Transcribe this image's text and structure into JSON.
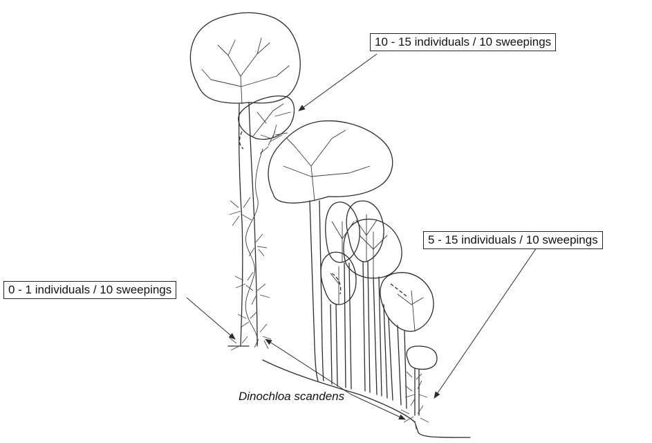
{
  "labels": {
    "canopy": "10 - 15 individuals / 10 sweepings",
    "ground_right": "5 - 15 individuals / 10 sweepings",
    "trunk_left": "0 - 1 individuals / 10 sweepings"
  },
  "species": "Dinochloa scandens"
}
